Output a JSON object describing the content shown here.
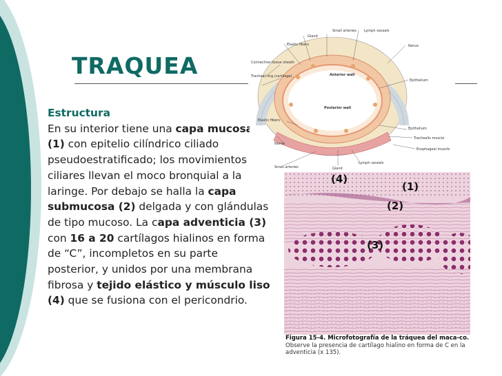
{
  "slide": {
    "title": "TRAQUEA",
    "section": "Estructura",
    "paragraph": [
      {
        "t": " En su interior tiene una ",
        "b": false
      },
      {
        "t": "capa mucosa (1)",
        "b": true
      },
      {
        "t": " con epitelio cilíndrico ciliado pseudoestratificado; los movimientos ciliares llevan el moco bronquial a la laringe. Por debajo se halla la ",
        "b": false
      },
      {
        "t": "capa submucosa (2)",
        "b": true
      },
      {
        "t": " delgada y con glándulas de tipo mucoso. La c",
        "b": false
      },
      {
        "t": "apa adventicia (3)",
        "b": true
      },
      {
        "t": " con ",
        "b": false
      },
      {
        "t": "16 a 20",
        "b": true
      },
      {
        "t": " cartílagos hialinos en forma de “C”, incompletos en su parte posterior, y unidos por una membrana fibrosa y ",
        "b": false
      },
      {
        "t": "tejido elástico y músculo liso (4)",
        "b": true
      },
      {
        "t": " que se fusiona con el pericondrio.",
        "b": false
      }
    ]
  },
  "diagram": {
    "labels": {
      "small_arteries_top": "Small arteries",
      "gland": "Gland",
      "lymph_vessels_top": "Lymph vessels",
      "elastic_fibers_top": "Elastic fibers",
      "nerve_right": "Nerve",
      "connective_sheath": "Connective tissue sheath",
      "tracheal_ring": "Tracheal ring (cartilage)",
      "anterior_wall": "Anterior wall",
      "epithelium_top": "Epithelium",
      "posterior_wall": "Posterior wall",
      "elastic_fibers_bottom": "Elastic fibers",
      "epithelium_bottom": "Epithelium",
      "trachealis_muscle": "Trachealis muscle",
      "nerve_left": "Nerve",
      "esophageal_muscle": "Esophageal muscle",
      "small_arteries_bottom": "Small arteries",
      "gland_bottom": "Gland",
      "lymph_vessels_bottom": "Lymph vessels"
    }
  },
  "micro_labels": {
    "l4": "(4)",
    "l1": "(1)",
    "l2": "(2)",
    "l3": "(3)"
  },
  "caption": {
    "bold": "Figura 15-4. Microfotografía de la tráquea del maca-co.",
    "rest": " Observe la presencia de cartílago hialino en forma de C en la adventicia (x 135)."
  }
}
